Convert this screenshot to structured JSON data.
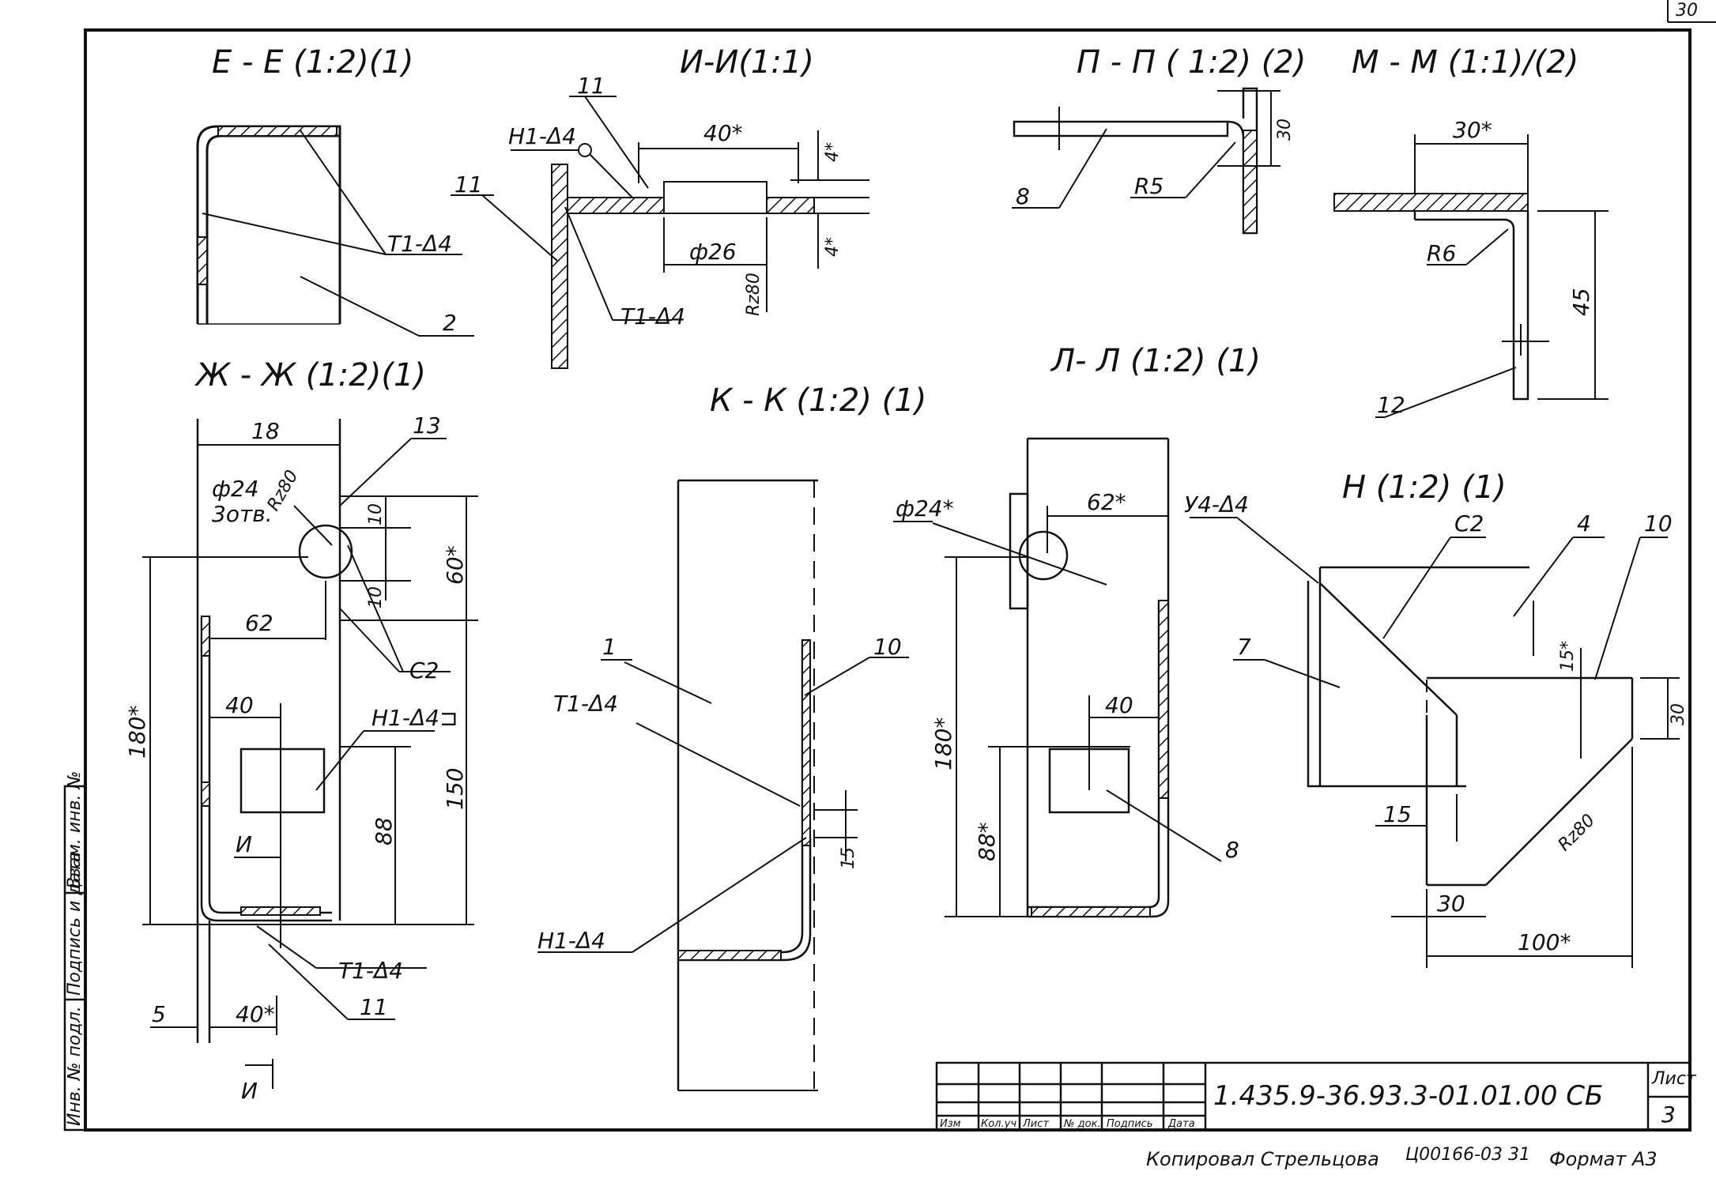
{
  "sheet_number": "30",
  "views": {
    "ee": {
      "title": "Е - Е (1:2)(1)",
      "weld": "Т1-Δ4",
      "part": "2"
    },
    "ii": {
      "title": "И-И(1:1)",
      "weld_top": "Н1-Δ4",
      "weld_bottom": "Т1-Δ4",
      "part_a": "11",
      "part_b": "11",
      "dim_len": "40*",
      "dim_hole": "ф26",
      "dim_t1": "4*",
      "dim_t2": "4*",
      "rough": "Rz80"
    },
    "pp": {
      "title": "П - П ( 1:2) (2)",
      "part": "8",
      "radius": "R5",
      "dim": "30"
    },
    "mm": {
      "title": "М - М (1:1)/(2)",
      "dim_len": "30*",
      "radius": "R6",
      "dim_h": "45",
      "part": "12"
    },
    "zhzh": {
      "title": "Ж - Ж (1:2)(1)",
      "dim_w": "18",
      "hole": "ф24",
      "holes_note": "3отв.",
      "rough": "Rz80",
      "part_13": "13",
      "dim_10a": "10",
      "dim_10b": "10",
      "dim_60": "60*",
      "dim_62": "62",
      "weld_c2": "С2",
      "dim_40": "40",
      "weld_h1": "Н1-Δ4⊐",
      "dim_180": "180*",
      "dim_150": "150",
      "dim_88": "88",
      "cut_label": "И",
      "weld_t1": "Т1-Δ4",
      "dim_5": "5",
      "dim_40b": "40*",
      "part_11": "11",
      "cut_label2": "И"
    },
    "kk": {
      "title": "К - К (1:2) (1)",
      "part_1": "1",
      "part_10": "10",
      "weld_t1": "Т1-Δ4",
      "weld_h1": "Н1-Δ4",
      "dim_15": "15"
    },
    "ll": {
      "title": "Л- Л (1:2) (1)",
      "hole": "ф24*",
      "dim_62": "62*",
      "dim_40": "40",
      "dim_180": "180*",
      "dim_88": "88*",
      "part_8": "8"
    },
    "n": {
      "title": "Н (1:2) (1)",
      "weld_u4": "У4-Δ4",
      "weld_c2": "С2",
      "part_4": "4",
      "part_10": "10",
      "part_7": "7",
      "dim_15s": "15*",
      "dim_30": "30",
      "dim_15": "15",
      "rough": "Rz80",
      "dim_30b": "30",
      "dim_100": "100*"
    }
  },
  "side_stamp": {
    "cells": [
      "Инв. № подл.",
      "Подпись и дата",
      "Взам. инв. №"
    ]
  },
  "title_block": {
    "headers": [
      "Изм",
      "Кол.уч",
      "Лист",
      "№ док.",
      "Подпись",
      "Дата"
    ],
    "designation": "1.435.9-36.93.3-01.01.00 СБ",
    "sheet_label": "Лист",
    "sheet_value": "3"
  },
  "footer": {
    "copied": "Копировал Стрельцова",
    "code": "Ц00166-03  31",
    "format": "Формат А3"
  }
}
